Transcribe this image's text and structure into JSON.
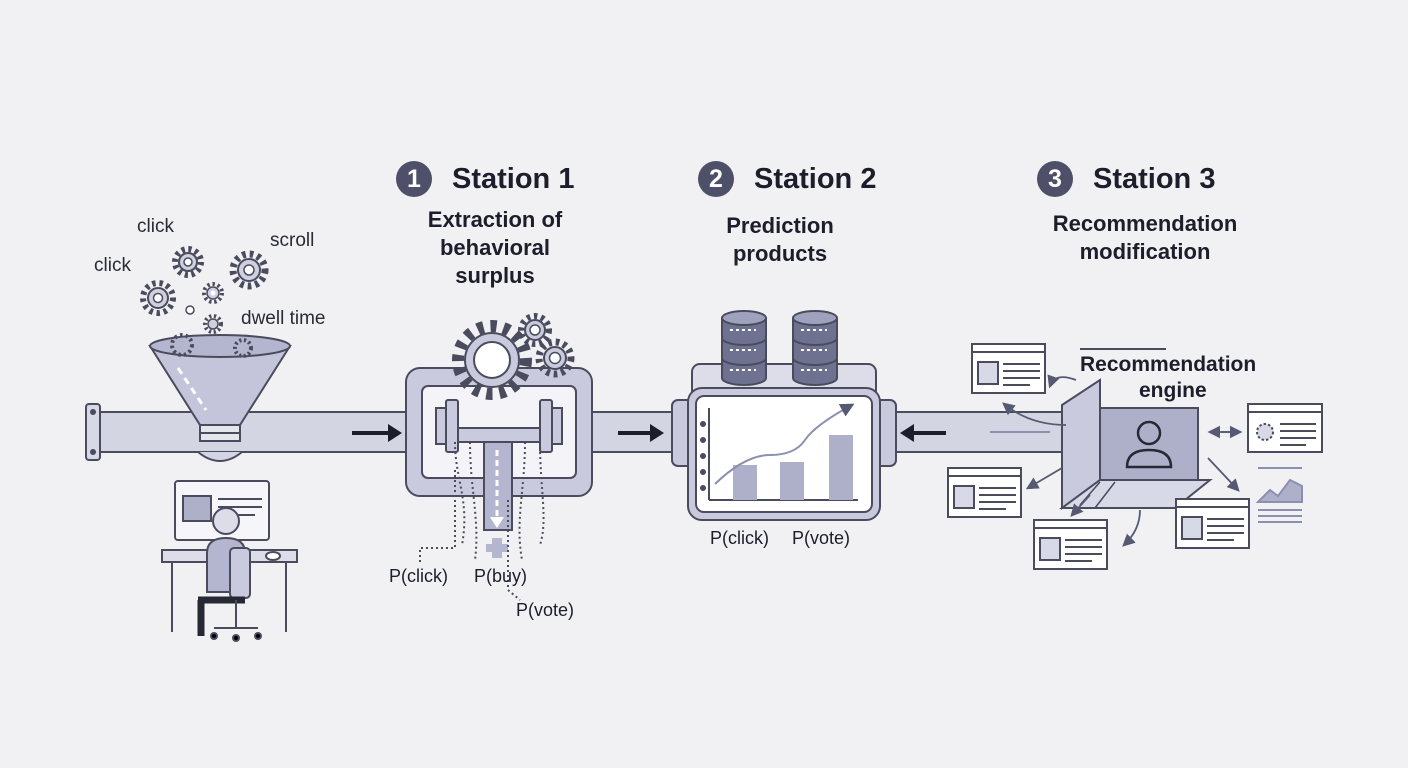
{
  "input_signals": [
    "click",
    "click",
    "scroll",
    "dwell time"
  ],
  "stations": [
    {
      "number": "1",
      "title": "Station 1",
      "subtitle_lines": [
        "Extraction of",
        "behavioral",
        "surplus"
      ],
      "outputs": [
        "P(click)",
        "P(buy)",
        "P(vote)"
      ]
    },
    {
      "number": "2",
      "title": "Station 2",
      "subtitle_lines": [
        "Prediction",
        "products"
      ],
      "outputs": [
        "P(click)",
        "P(vote)"
      ]
    },
    {
      "number": "3",
      "title": "Station 3",
      "subtitle_lines": [
        "Recommendation",
        "modification"
      ],
      "engine_lines": [
        "Recommendation",
        "engine"
      ]
    }
  ],
  "colors": {
    "fill": "#c9cadd",
    "stroke": "#4a4c5e",
    "badge": "#4d5068",
    "accent": "#8c8fb0",
    "background": "#f1f1f4"
  },
  "icons": [
    "gear-icon",
    "funnel-icon",
    "database-icon",
    "user-profile-icon",
    "arrow-right-icon",
    "arrow-left-icon"
  ]
}
